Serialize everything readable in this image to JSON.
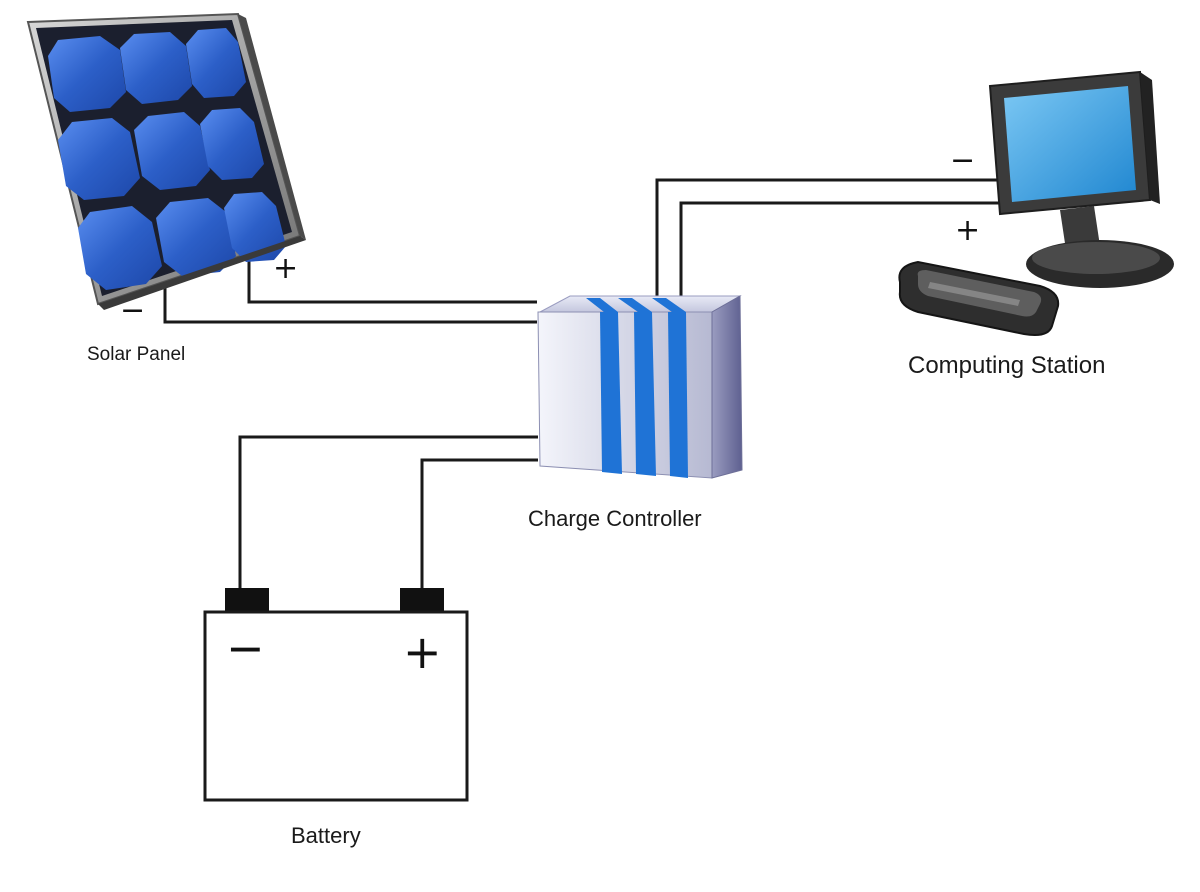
{
  "components": {
    "solar_panel": {
      "label": "Solar Panel",
      "neg_sign": "−",
      "pos_sign": "+"
    },
    "charge_controller": {
      "label": "Charge Controller"
    },
    "computing_station": {
      "label": "Computing Station",
      "neg_sign": "−",
      "pos_sign": "+"
    },
    "battery": {
      "label": "Battery",
      "neg_sign": "−",
      "pos_sign": "+"
    }
  },
  "colors": {
    "background": "#ffffff",
    "wire": "#1a1a1a",
    "panel_cell": "#2f63c9",
    "panel_frame": "#8a8a8a",
    "controller_stripe": "#1f73d6",
    "monitor_screen": "#3aa0e0"
  },
  "icons": [
    "solar-panel-icon",
    "charge-controller-icon",
    "computer-monitor-icon",
    "keyboard-icon",
    "battery-icon"
  ]
}
